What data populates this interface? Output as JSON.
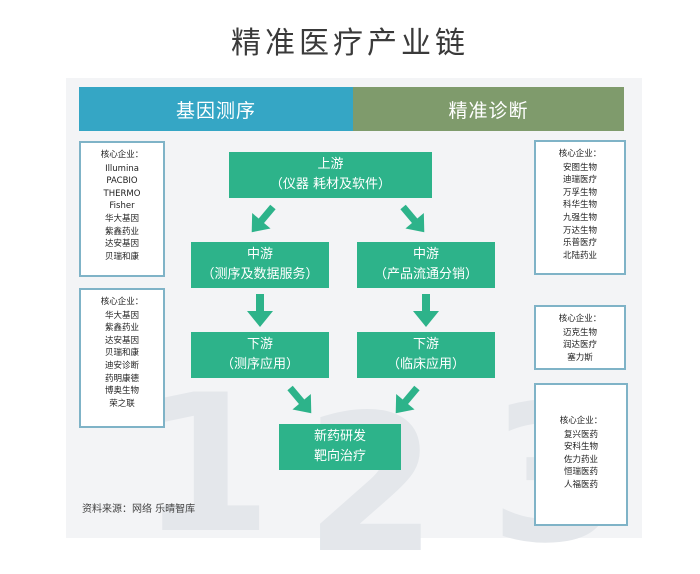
{
  "title": "精准医疗产业链",
  "header": {
    "left": "基因测序",
    "right": "精准诊断"
  },
  "flow": {
    "upstream": {
      "line1": "上游",
      "line2": "（仪器 耗材及软件）"
    },
    "mid_left": {
      "line1": "中游",
      "line2": "（测序及数据服务）"
    },
    "mid_right": {
      "line1": "中游",
      "line2": "（产品流通分销）"
    },
    "down_left": {
      "line1": "下游",
      "line2": "（测序应用）"
    },
    "down_right": {
      "line1": "下游",
      "line2": "（临床应用）"
    },
    "final": {
      "line1": "新药研发",
      "line2": "靶向治疗"
    }
  },
  "panels": {
    "left_top": {
      "heading": "核心企业：",
      "items": [
        "Illumina",
        "PACBIO",
        "THERMO",
        "Fisher",
        "华大基因",
        "紫鑫药业",
        "达安基因",
        "贝瑞和康"
      ]
    },
    "left_bottom": {
      "heading": "核心企业：",
      "items": [
        "华大基因",
        "紫鑫药业",
        "达安基因",
        "贝瑞和康",
        "迪安诊断",
        "药明康德",
        "博奥生物",
        "荣之联"
      ]
    },
    "right_top": {
      "heading": "核心企业：",
      "items": [
        "安图生物",
        "迪瑞医疗",
        "万孚生物",
        "科华生物",
        "九强生物",
        "万达生物",
        "乐普医疗",
        "北陆药业"
      ]
    },
    "right_mid": {
      "heading": "核心企业：",
      "items": [
        "迈克生物",
        "润达医疗",
        "塞力斯"
      ]
    },
    "right_bottom": {
      "heading": "核心企业：",
      "items": [
        "复兴医药",
        "安科生物",
        "佐力药业",
        "恒瑞医药",
        "人福医药"
      ]
    }
  },
  "watermark": [
    "1",
    "2",
    "3"
  ],
  "source": "资料来源：网络 乐晴智库",
  "colors": {
    "box": "#2db38a",
    "arrow": "#2db38a",
    "band_left": "#35a6c5",
    "band_right": "#7f9b6c",
    "panel_border": "#7fb3c7"
  }
}
